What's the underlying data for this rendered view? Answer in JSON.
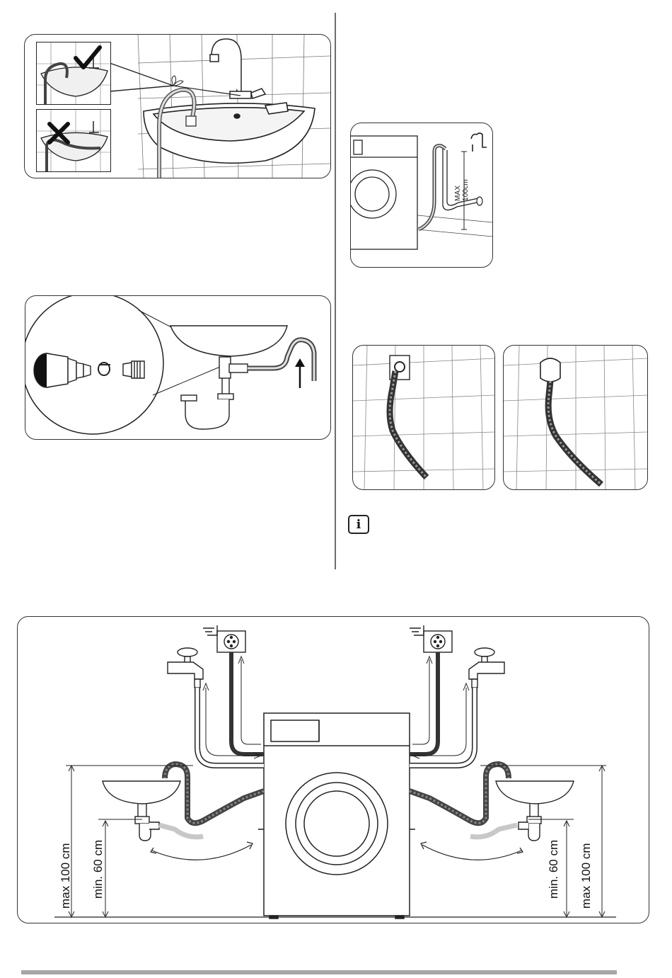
{
  "page": {
    "info_icon_glyph": "i",
    "colors": {
      "stroke": "#222222",
      "divider": "#6e6e6e",
      "footer_bar": "#a7a7a7",
      "hose_dark": "#4a4a4a",
      "hose_light": "#c8c8c8"
    }
  },
  "fig_sink_hook": {
    "correct_icon": "check-mark-icon",
    "wrong_icon": "cross-mark-icon"
  },
  "fig_standpipe": {
    "height_label": "MAX 100cm"
  },
  "fig_installation": {
    "left_max_label": "max 100 cm",
    "left_min_label": "min. 60 cm",
    "right_min_label": "min. 60 cm",
    "right_max_label": "max 100 cm"
  }
}
